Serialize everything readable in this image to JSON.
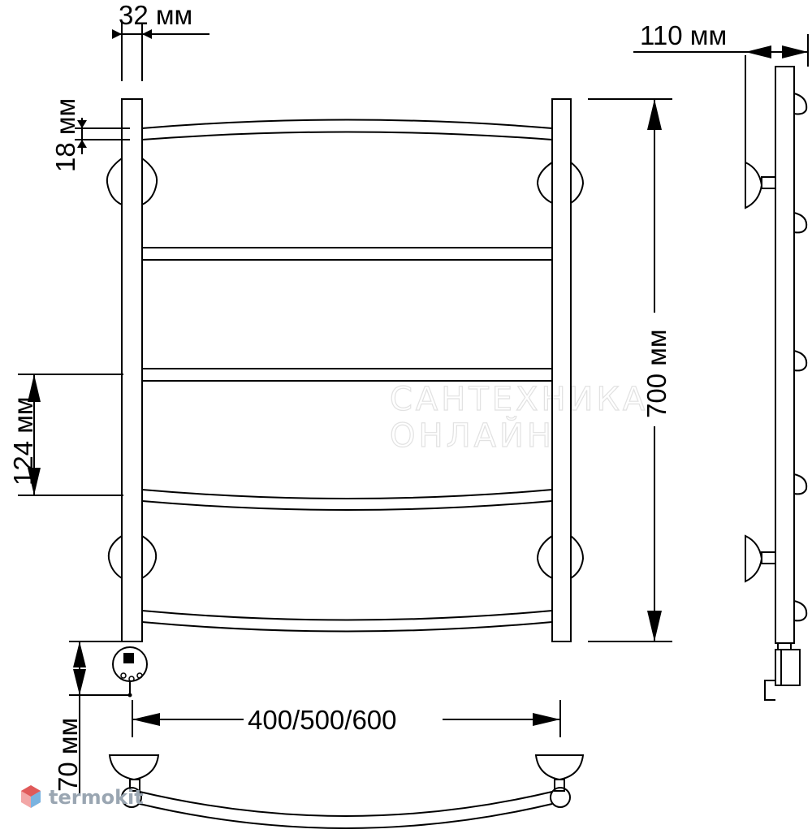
{
  "dimensions": {
    "pipe_diameter": "32 мм",
    "wall_offset": "110 мм",
    "wall_offset_top": "18 мм",
    "rung_spacing": "124 мм",
    "height": "700 мм",
    "bottom_offset": "70 мм",
    "widths": "400/500/600"
  },
  "watermark": {
    "line1": "САНТЕХНИКА",
    "line2": "ОНЛАЙН"
  },
  "logo": {
    "text": "termokit",
    "color": "#e05a5a"
  }
}
